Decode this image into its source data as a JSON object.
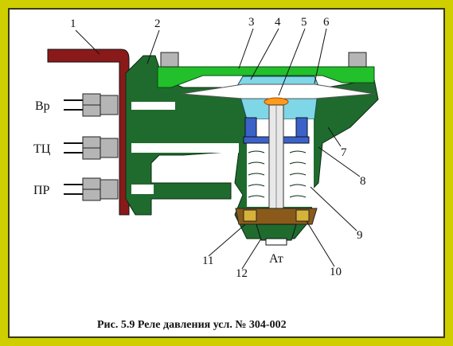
{
  "colors": {
    "frame": "#cfcf00",
    "body": "#1f6b2e",
    "cover": "#22c02a",
    "diaphragm_cap": "#7fd6e6",
    "pipe": "#8a1a1a",
    "piston": "#3a62c9",
    "spring": "#ffffff",
    "brown": "#8a5a1a",
    "nut": "#b5b5b5"
  },
  "labels": {
    "n1": "1",
    "n2": "2",
    "n3": "3",
    "n4": "4",
    "n5": "5",
    "n6": "6",
    "n7": "7",
    "n8": "8",
    "n9": "9",
    "n10": "10",
    "n11": "11",
    "n12": "12"
  },
  "ports": {
    "vr": "Вр",
    "tc": "ТЦ",
    "pr": "ПР",
    "at": "Ат"
  },
  "caption": "Рис. 5.9 Реле давления усл. № 304-002"
}
